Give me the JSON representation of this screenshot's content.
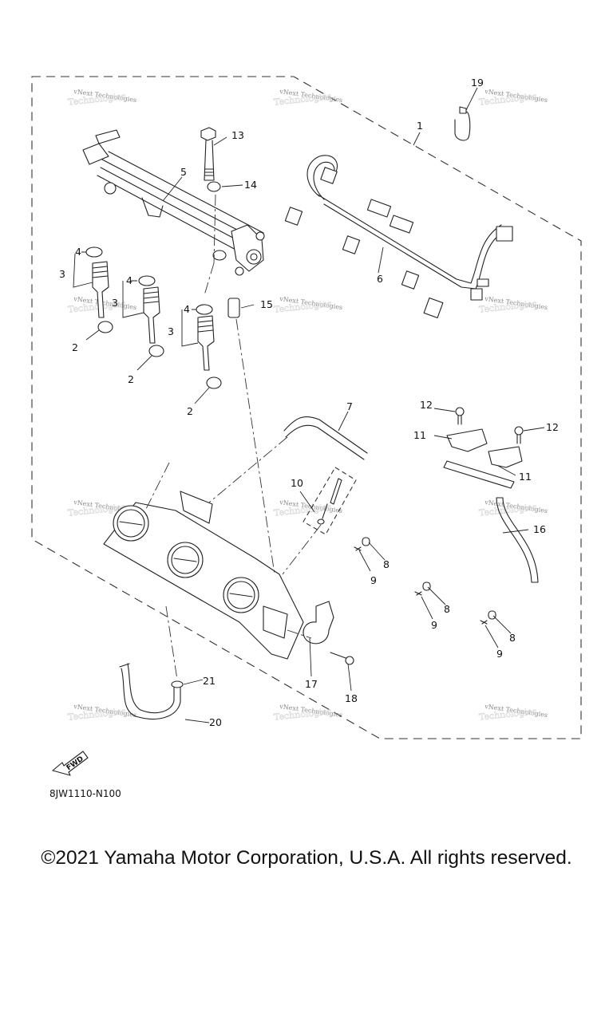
{
  "diagram": {
    "title": "Intake / Throttle Body Exploded Parts Diagram",
    "diagram_code": "8JW1110-N100",
    "direction_badge": "FWD",
    "watermark_text": "vNext Technologies",
    "callouts": {
      "c1": "1",
      "c2a": "2",
      "c2b": "2",
      "c2c": "2",
      "c3a": "3",
      "c3b": "3",
      "c3c": "3",
      "c4a": "4",
      "c4b": "4",
      "c4c": "4",
      "c5": "5",
      "c6": "6",
      "c7": "7",
      "c8a": "8",
      "c8b": "8",
      "c8c": "8",
      "c9a": "9",
      "c9b": "9",
      "c9c": "9",
      "c10": "10",
      "c11a": "11",
      "c11b": "11",
      "c12a": "12",
      "c12b": "12",
      "c13": "13",
      "c14": "14",
      "c15": "15",
      "c16": "16",
      "c17": "17",
      "c18": "18",
      "c19": "19",
      "c20": "20",
      "c21": "21"
    }
  },
  "footer": {
    "copyright": "©2021 Yamaha Motor Corporation, U.S.A. All rights reserved."
  }
}
